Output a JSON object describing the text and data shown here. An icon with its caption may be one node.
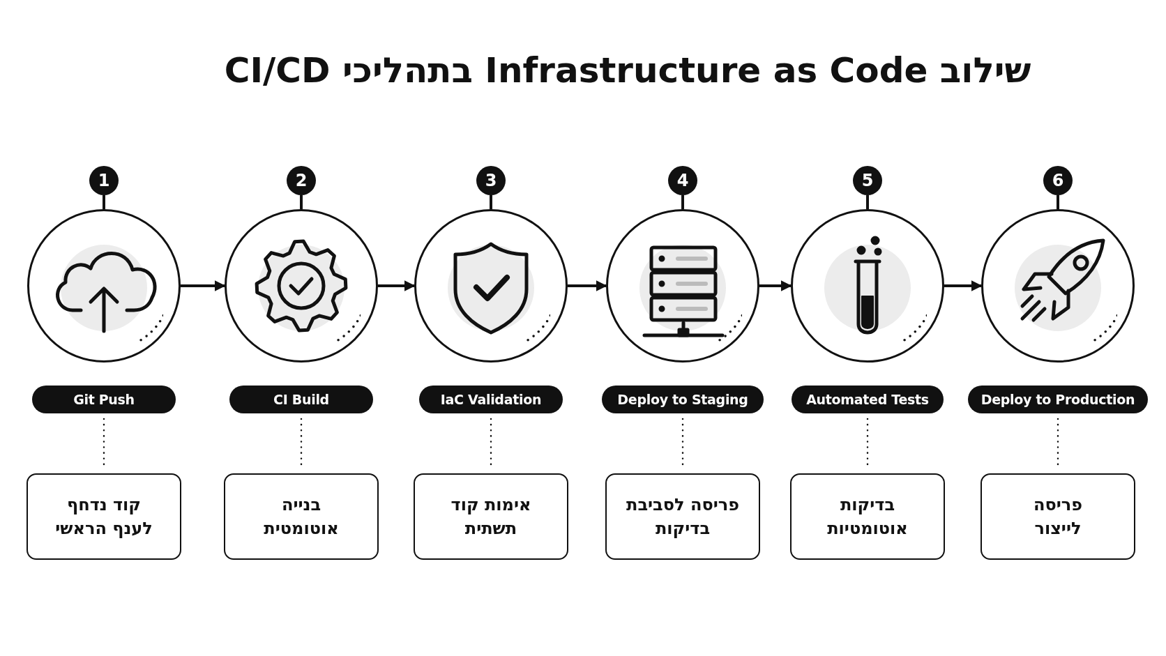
{
  "diagram": {
    "title": "שילוב Infrastructure as Code בתהליכי CI/CD",
    "nodes": [
      {
        "text": [
          "1"
        ]
      },
      {
        "text": [
          "2"
        ]
      },
      {
        "text": [
          "3"
        ]
      },
      {
        "text": [
          "4"
        ]
      },
      {
        "text": [
          "5"
        ]
      },
      {
        "text": [
          "6"
        ]
      },
      {
        "text": [],
        "shape": "circle"
      },
      {
        "text": [],
        "shape": "circle"
      },
      {
        "text": [],
        "shape": "circle"
      },
      {
        "text": [],
        "shape": "circle"
      },
      {
        "text": [],
        "shape": "circle"
      },
      {
        "text": [],
        "shape": "circle"
      },
      {
        "text": [
          "Git Push"
        ]
      },
      {
        "text": [
          "CI Build"
        ]
      },
      {
        "text": [
          "IaC Validation"
        ]
      },
      {
        "text": [
          "Deploy to Staging"
        ]
      },
      {
        "text": [
          "Automated Tests"
        ]
      },
      {
        "text": [
          "Deploy to Production"
        ]
      },
      {
        "text": [
          "קוד נדחף לענף הראשי"
        ]
      },
      {
        "text": [
          "בנייה אוטומטית"
        ]
      },
      {
        "text": [
          "אימות קוד תשתית"
        ]
      },
      {
        "text": [
          "פריסה לסביבת בדיקות"
        ]
      },
      {
        "text": [
          "בדיקות אוטומטיות"
        ]
      },
      {
        "text": [
          "פריסה לייצור"
        ]
      }
    ],
    "edges": [
      {
        "from": 0,
        "to": 6,
        "arrow": "none"
      },
      {
        "from": 1,
        "to": 7,
        "arrow": "none"
      },
      {
        "from": 2,
        "to": 8,
        "arrow": "none"
      },
      {
        "from": 3,
        "to": 9,
        "arrow": "none"
      },
      {
        "from": 4,
        "to": 10,
        "arrow": "none"
      },
      {
        "from": 5,
        "to": 11,
        "arrow": "none"
      },
      {
        "from": 6,
        "to": 7,
        "arrow": "to"
      },
      {
        "from": 7,
        "to": 8,
        "arrow": "to"
      },
      {
        "from": 8,
        "to": 9,
        "arrow": "to"
      },
      {
        "from": 9,
        "to": 10,
        "arrow": "to"
      },
      {
        "from": 10,
        "to": 11,
        "arrow": "to"
      },
      {
        "from": 12,
        "to": 18,
        "arrow": "none",
        "style": "dashed"
      },
      {
        "from": 13,
        "to": 19,
        "arrow": "none",
        "style": "dashed"
      },
      {
        "from": 14,
        "to": 20,
        "arrow": "none",
        "style": "dashed"
      },
      {
        "from": 15,
        "to": 21,
        "arrow": "none",
        "style": "dashed"
      },
      {
        "from": 16,
        "to": 22,
        "arrow": "none",
        "style": "dashed"
      },
      {
        "from": 17,
        "to": 23,
        "arrow": "none",
        "style": "dashed"
      }
    ]
  }
}
